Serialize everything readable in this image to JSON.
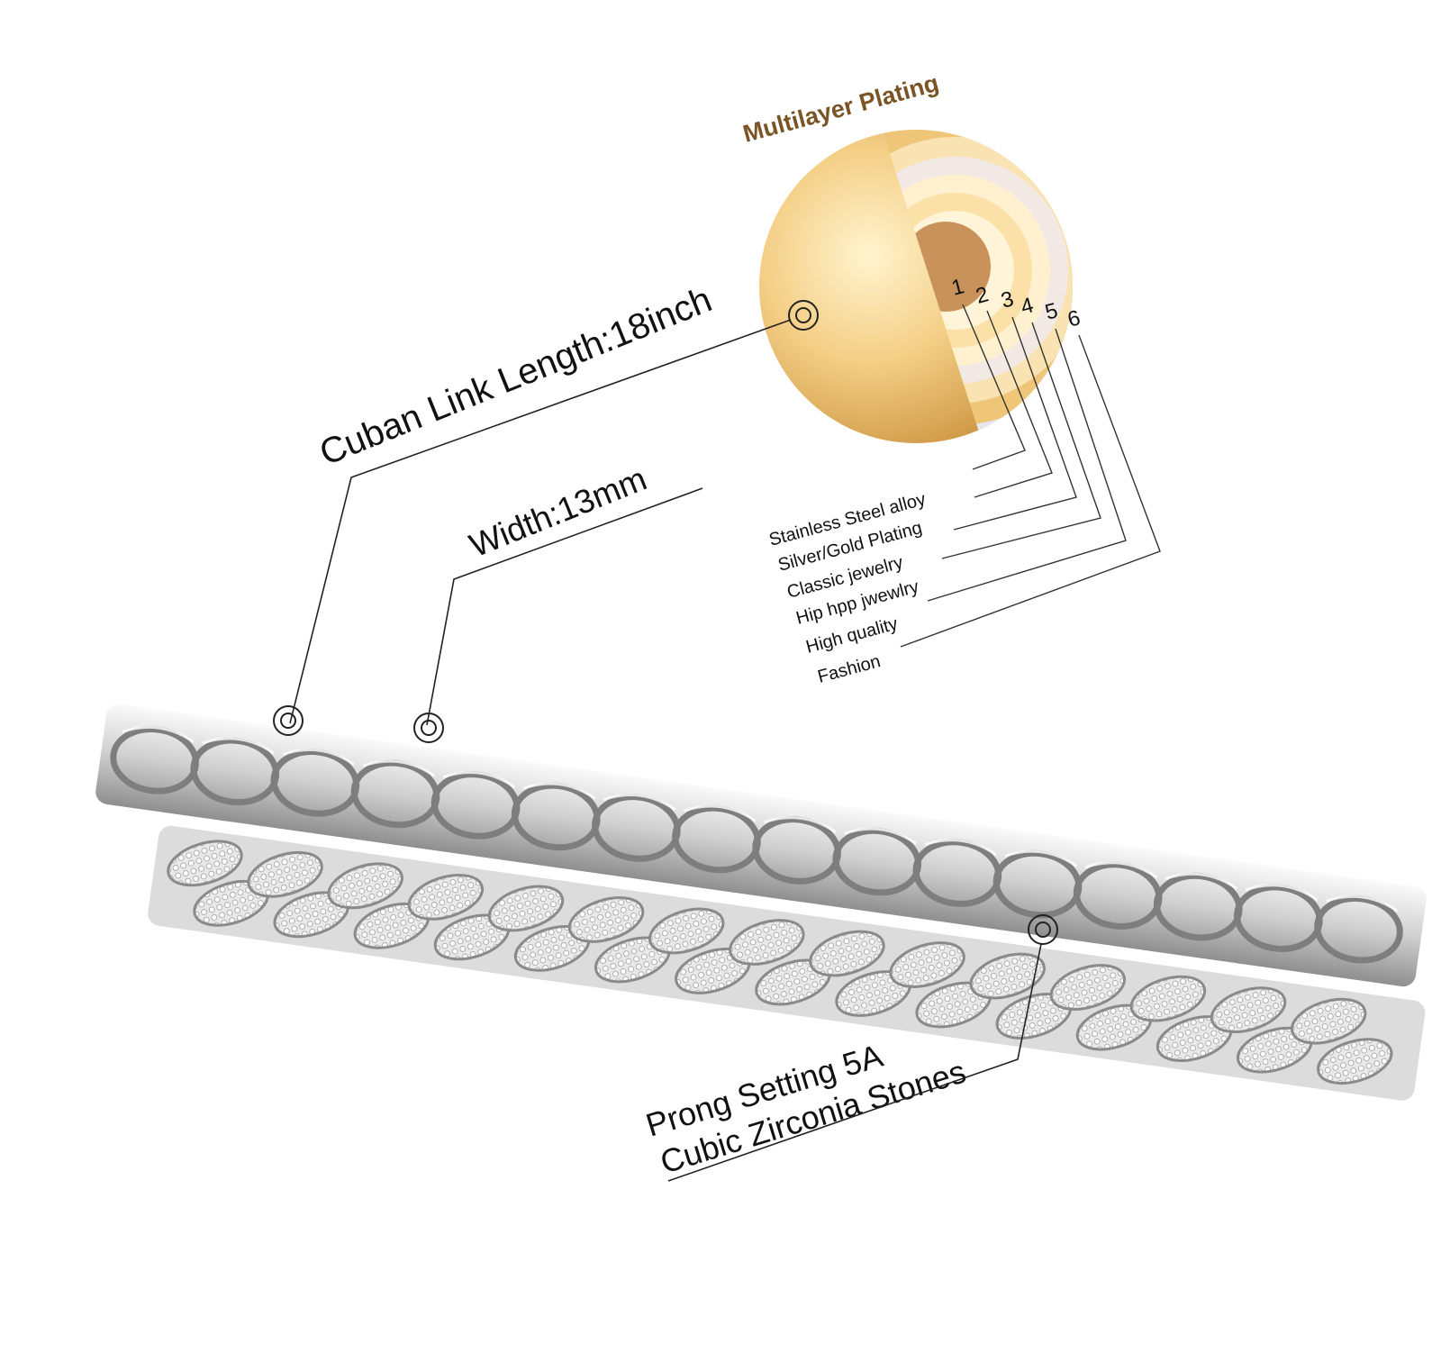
{
  "title": "Multilayer Plating",
  "layer_numbers": [
    "1",
    "2",
    "3",
    "4",
    "5",
    "6"
  ],
  "layer_labels": [
    "Stainless Steel alloy",
    "Silver/Gold Plating",
    "Classic jewelry",
    "Hip hpp jwewlry",
    "High quality",
    "Fashion"
  ],
  "callouts": {
    "length": "Cuban Link Length:18inch",
    "width": "Width:13mm",
    "stones_line1": "Prong Setting 5A",
    "stones_line2": "Cubic Zirconia Stones"
  },
  "colors": {
    "gold": "#e8b86a",
    "gold_light": "#fbe6b4",
    "core": "#c9925a",
    "title": "#7a5424",
    "silver": "#c8c8c8"
  }
}
